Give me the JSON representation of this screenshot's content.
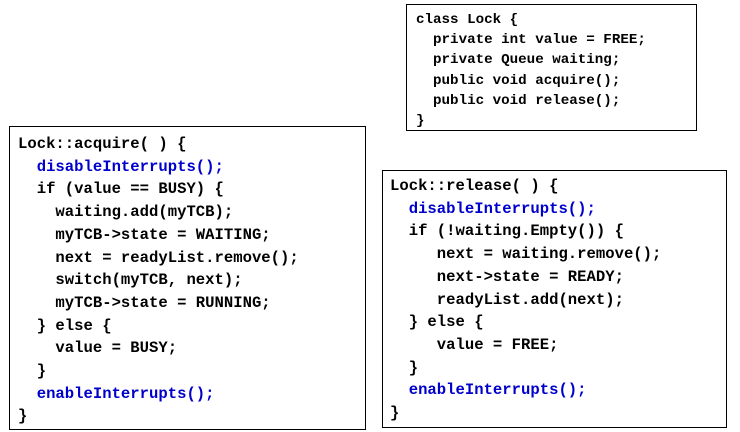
{
  "lock_class": {
    "lines": [
      "class Lock {",
      "  private int value = FREE;",
      "  private Queue waiting;",
      "  public void acquire();",
      "  public void release();",
      "}"
    ]
  },
  "acquire": {
    "lines": [
      "Lock::acquire( ) {",
      "  disableInterrupts();",
      "  if (value == BUSY) {",
      "    waiting.add(myTCB);",
      "    myTCB->state = WAITING;",
      "    next = readyList.remove();",
      "    switch(myTCB, next);",
      "    myTCB->state = RUNNING;",
      "  } else {",
      "    value = BUSY;",
      "  }",
      "  enableInterrupts();",
      "}"
    ]
  },
  "release": {
    "lines": [
      "Lock::release( ) {",
      "  disableInterrupts();",
      "  if (!waiting.Empty()) {",
      "     next = waiting.remove();",
      "     next->state = READY;",
      "     readyList.add(next);",
      "  } else {",
      "     value = FREE;",
      "  }",
      "  enableInterrupts();",
      "}"
    ]
  },
  "colors": {
    "code_text": "#000000",
    "interrupt_calls": "#0000cc",
    "border": "#000000",
    "background": "#ffffff"
  }
}
